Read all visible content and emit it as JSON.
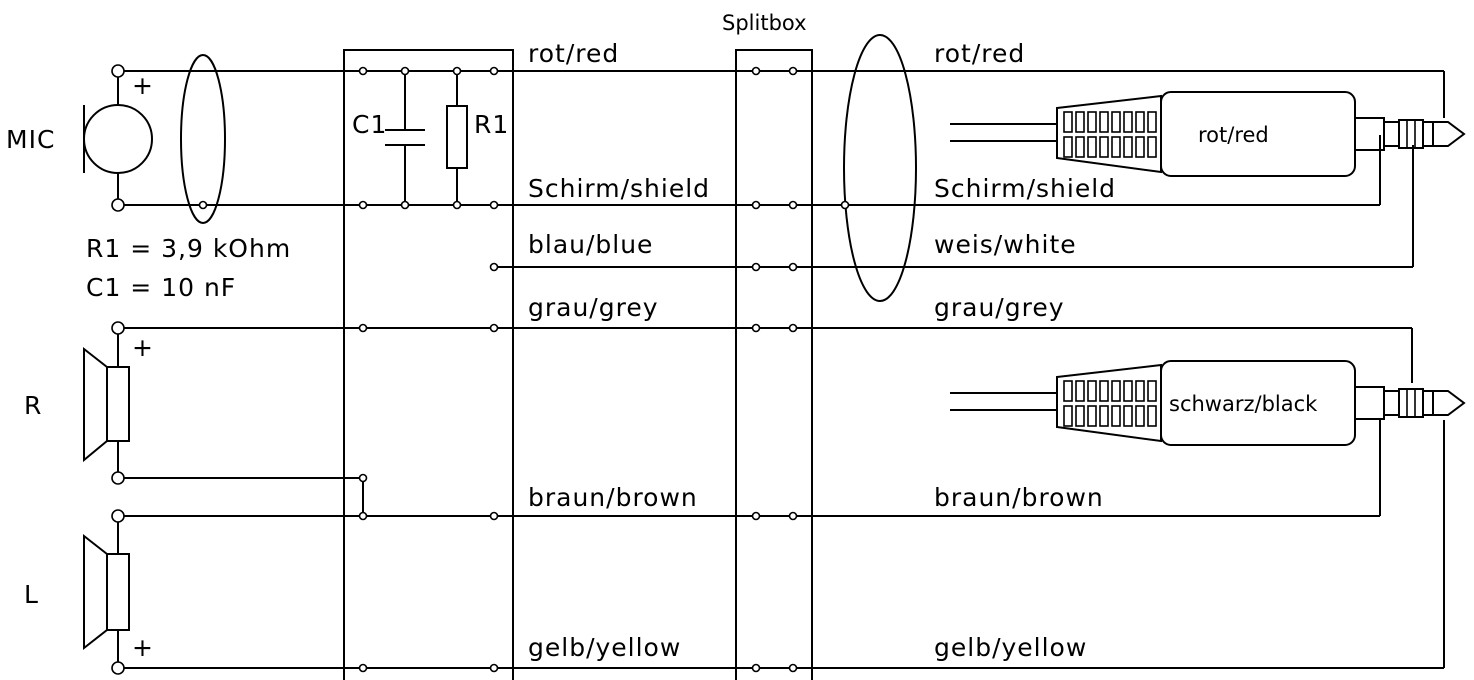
{
  "splitbox": {
    "title": "Splitbox"
  },
  "mic": {
    "label": "MIC",
    "plus": "+"
  },
  "speakers": {
    "right": "R",
    "left": "L",
    "plus": "+"
  },
  "components": {
    "c1": "C1",
    "r1": "R1",
    "r1_value": "R1  =  3,9  kOhm",
    "c1_value": "C1  =  10  nF"
  },
  "wires": {
    "red": "rot/red",
    "shield": "Schirm/shield",
    "blue": "blau/blue",
    "white": "weis/white",
    "grey": "grau/grey",
    "brown": "braun/brown",
    "yellow": "gelb/yellow"
  },
  "plugs": {
    "top": "rot/red",
    "bottom": "schwarz/black"
  }
}
